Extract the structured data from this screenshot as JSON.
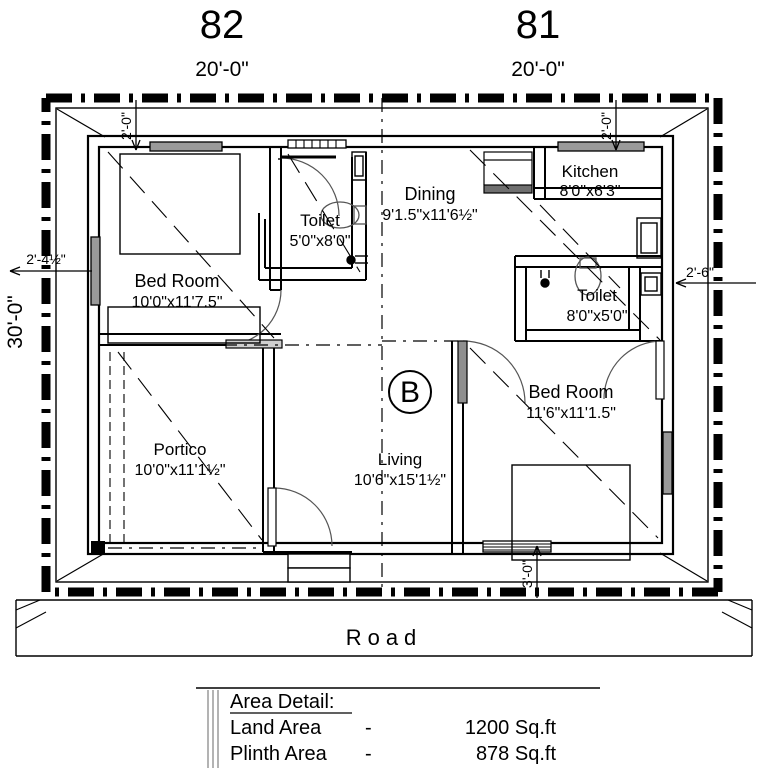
{
  "drawing": {
    "type": "architectural-floor-plan",
    "plot_numbers": [
      "82",
      "81"
    ],
    "plot_widths": [
      "20'-0\"",
      "20'-0\""
    ],
    "left_dimension": "30'-0\"",
    "road_label": "Road",
    "block_marker": "B",
    "dimension_markers": {
      "top_left": "2'-0\"",
      "top_right": "2'-0\"",
      "left_side": "2'-4½\"",
      "right_side": "2'-6\"",
      "bottom": "3'-0\""
    },
    "rooms": [
      {
        "name": "Bed Room",
        "size": "10'0\"x11'7.5\""
      },
      {
        "name": "Toilet",
        "size": "5'0\"x8'0\""
      },
      {
        "name": "Dining",
        "size": "9'1.5\"x11'6½\""
      },
      {
        "name": "Kitchen",
        "size": "8'0\"x6'3\""
      },
      {
        "name": "Toilet",
        "size": "8'0\"x5'0\""
      },
      {
        "name": "Bed Room",
        "size": "11'6\"x11'1.5\""
      },
      {
        "name": "Portico",
        "size": "10'0\"x11'1½\""
      },
      {
        "name": "Living",
        "size": "10'6\"x15'1½\""
      }
    ],
    "area_detail": {
      "title": "Area Detail:",
      "rows": [
        {
          "label": "Land Area",
          "dash": "-",
          "value": "1200 Sq.ft"
        },
        {
          "label": "Plinth Area",
          "dash": "-",
          "value": "878 Sq.ft"
        }
      ]
    },
    "colors": {
      "ink": "#000000",
      "paper": "#ffffff",
      "hatch": "#888888"
    }
  }
}
